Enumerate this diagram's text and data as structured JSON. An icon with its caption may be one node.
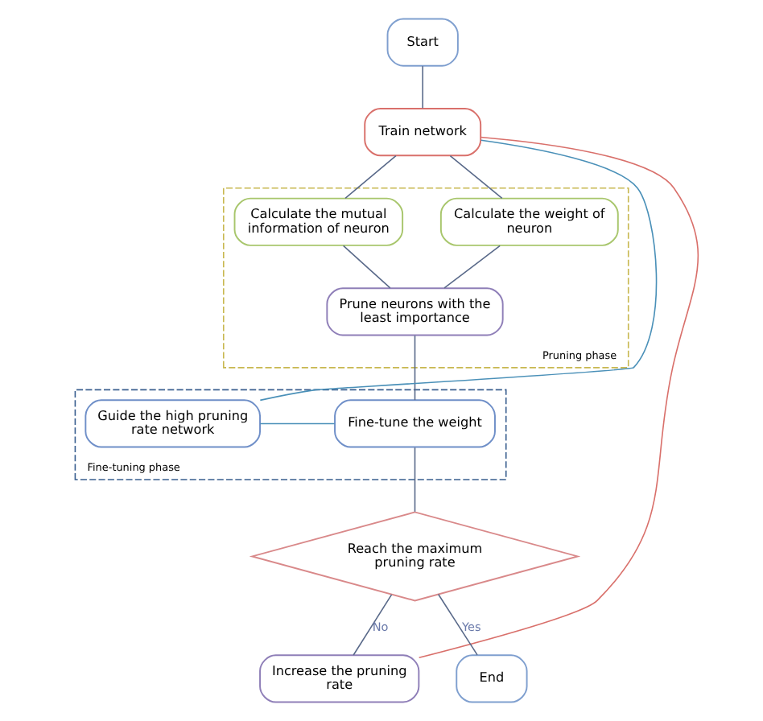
{
  "diagram": {
    "nodes": [
      {
        "text": [
          "Start"
        ]
      },
      {
        "text": [
          "Train network"
        ]
      },
      {
        "text": [
          "Pruning phase"
        ]
      },
      {
        "text": [
          "Calculate the mutual information of neuron"
        ],
        "in": 2
      },
      {
        "text": [
          "Calculate the weight of neuron"
        ],
        "in": 2
      },
      {
        "text": [
          "Prune neurons with the least importance"
        ],
        "in": 2
      },
      {
        "text": [
          "Fine-tuning phase"
        ]
      },
      {
        "text": [
          "Fine-tune the weight"
        ],
        "in": 6
      },
      {
        "text": [
          "Guide the high pruning rate network"
        ],
        "in": 6
      },
      {
        "text": [
          "Increase the pruning rate"
        ]
      },
      {
        "text": [
          "Reach the maximum pruning rate"
        ]
      },
      {
        "text": [
          "End"
        ]
      }
    ],
    "edges": [
      {
        "from": 0,
        "to": 1,
        "arrow": "none"
      },
      {
        "from": 1,
        "to": 3,
        "arrow": "none"
      },
      {
        "from": 1,
        "to": 4,
        "arrow": "none"
      },
      {
        "from": 3,
        "to": 5,
        "arrow": "none"
      },
      {
        "from": 4,
        "to": 5,
        "arrow": "none"
      },
      {
        "from": 5,
        "to": 7,
        "arrow": "none"
      },
      {
        "from": 7,
        "to": 8,
        "arrow": "none",
        "color": "#4a90b8"
      },
      {
        "from": 8,
        "to": 1,
        "arrow": "none",
        "color": "#4a90b8"
      },
      {
        "from": 7,
        "to": 10,
        "arrow": "none"
      },
      {
        "from": 10,
        "to": 9,
        "arrow": "none",
        "label": "No"
      },
      {
        "from": 9,
        "to": 1,
        "arrow": "none",
        "color": "#d9706b"
      },
      {
        "from": 10,
        "to": 11,
        "arrow": "none",
        "label": "Yes"
      }
    ]
  }
}
